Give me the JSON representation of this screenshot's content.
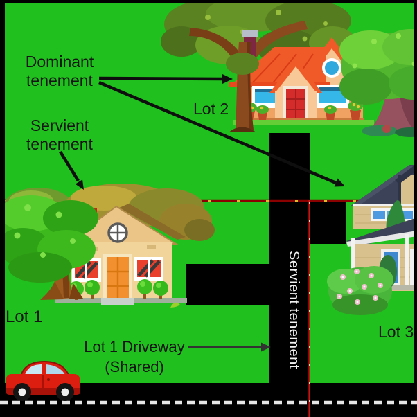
{
  "labels": {
    "dominant": {
      "line1": "Dominant",
      "line2": "tenement"
    },
    "servient_callout": {
      "line1": "Servient",
      "line2": "tenement"
    },
    "lot1": "Lot 1",
    "lot2": "Lot 2",
    "lot3": "Lot 3",
    "driveway": {
      "line1": "Lot 1 Driveway",
      "line2": "(Shared)"
    },
    "driveway_strip": "Servient tenement"
  },
  "colors": {
    "grass": "#20C01E",
    "asphalt": "#000000",
    "label_text": "#141414",
    "strip_label_text": "#F2F2F2",
    "callout_arrow": "#0E0E0E",
    "driveway_arrow": "#333333",
    "boundary_vertical_red": "#CC1111",
    "boundary_horizontal_red": "#8B0000",
    "boundary_tick_yellow": "#D4C028",
    "road_dash_white": "#E6E6E6"
  }
}
